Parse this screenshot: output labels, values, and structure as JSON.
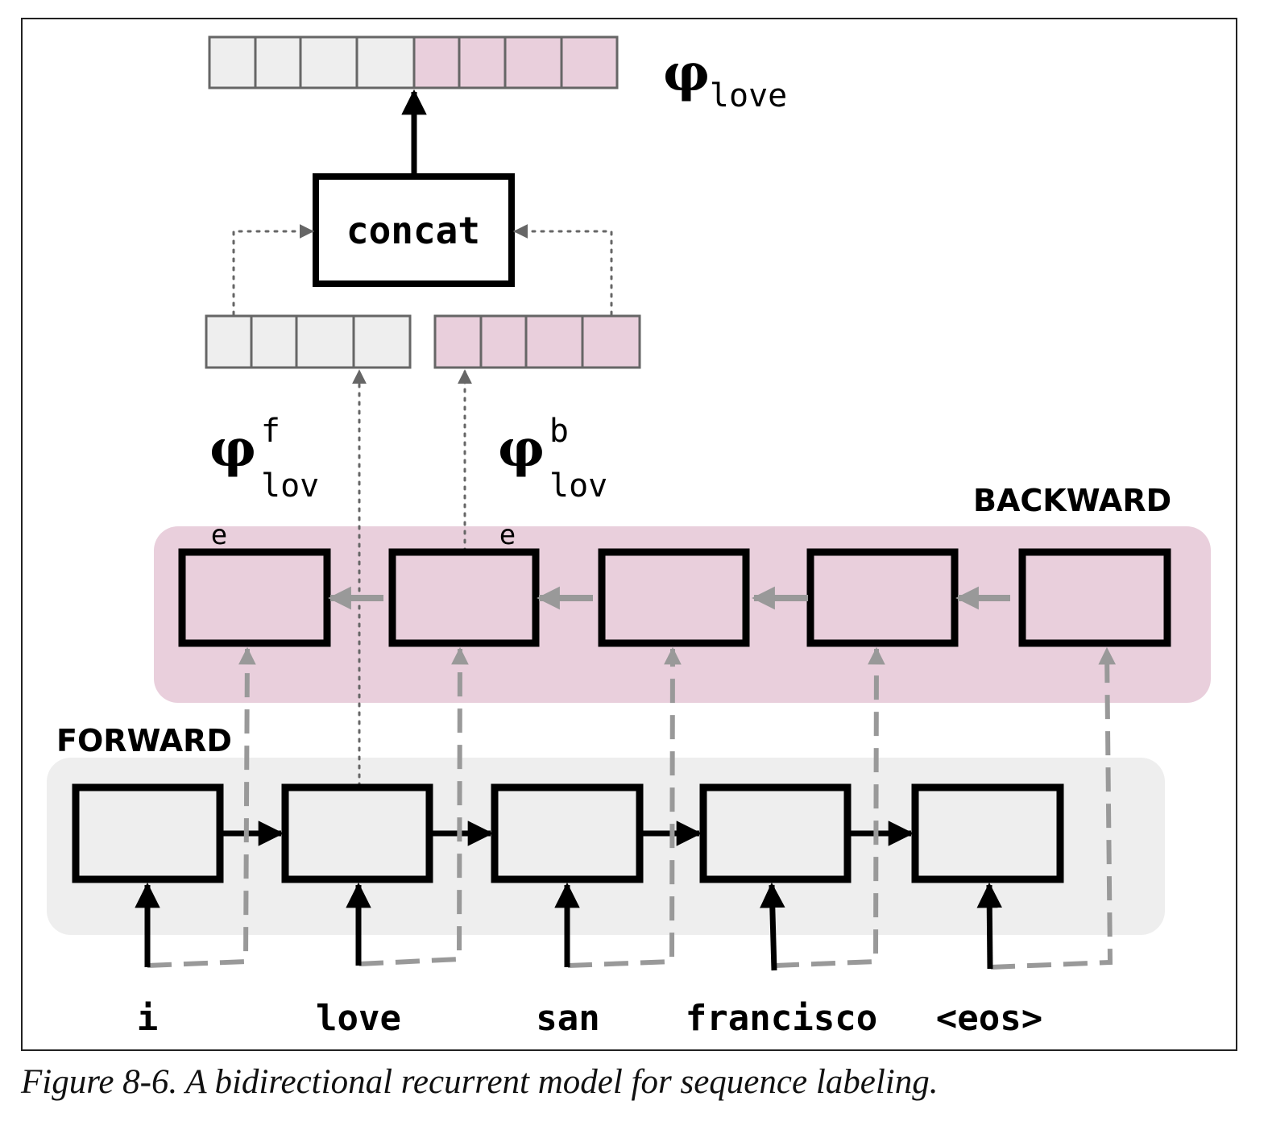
{
  "diagram": {
    "output_label": {
      "symbol": "φ",
      "subscript": "love"
    },
    "concat_label": "concat",
    "forward_label": {
      "symbol": "φ",
      "superscript": "f",
      "subscript": "lov"
    },
    "backward_label": {
      "symbol": "φ",
      "superscript": "b",
      "subscript": "lov"
    },
    "backward_section_title": "BACKWARD",
    "forward_section_title": "FORWARD",
    "stray_letters": [
      "e",
      "e"
    ],
    "tokens": [
      "i",
      "love",
      "san",
      "francisco",
      "<eos>"
    ],
    "colors": {
      "forward_fill": "#eeeeee",
      "backward_fill": "#e9cfdc",
      "vector_border": "#666666",
      "cell_border": "#000000",
      "dashed_arrow": "#999999",
      "dotted_arrow": "#666666"
    }
  },
  "caption": "Figure 8-6. A bidirectional recurrent model for sequence labeling."
}
